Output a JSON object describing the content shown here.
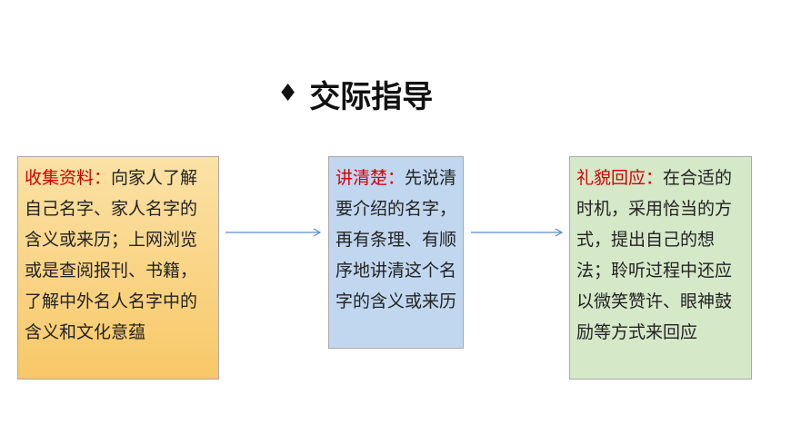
{
  "title": {
    "icon": "diamond-bullet-icon",
    "text": "交际指导"
  },
  "steps": [
    {
      "heading": "收集资料：",
      "body": "向家人了解自己名字、家人名字的含义或来历；上网浏览或是查阅报刊、书籍，了解中外名人名字中的含义和文化意蕴",
      "background": "#f8c868"
    },
    {
      "heading": "讲清楚：",
      "body": "先说清要介绍的名字，再有条理、有顺序地讲清这个名字的含义或来历",
      "background": "#c0d7ef"
    },
    {
      "heading": "礼貌回应：",
      "body": "在合适的时机，采用恰当的方式，提出自己的想法；聆听过程中还应以微笑赞许、眼神鼓励等方式来回应",
      "background": "#d5e8c8"
    }
  ],
  "colors": {
    "heading": "#d40000",
    "arrow": "#5b8fc9"
  }
}
